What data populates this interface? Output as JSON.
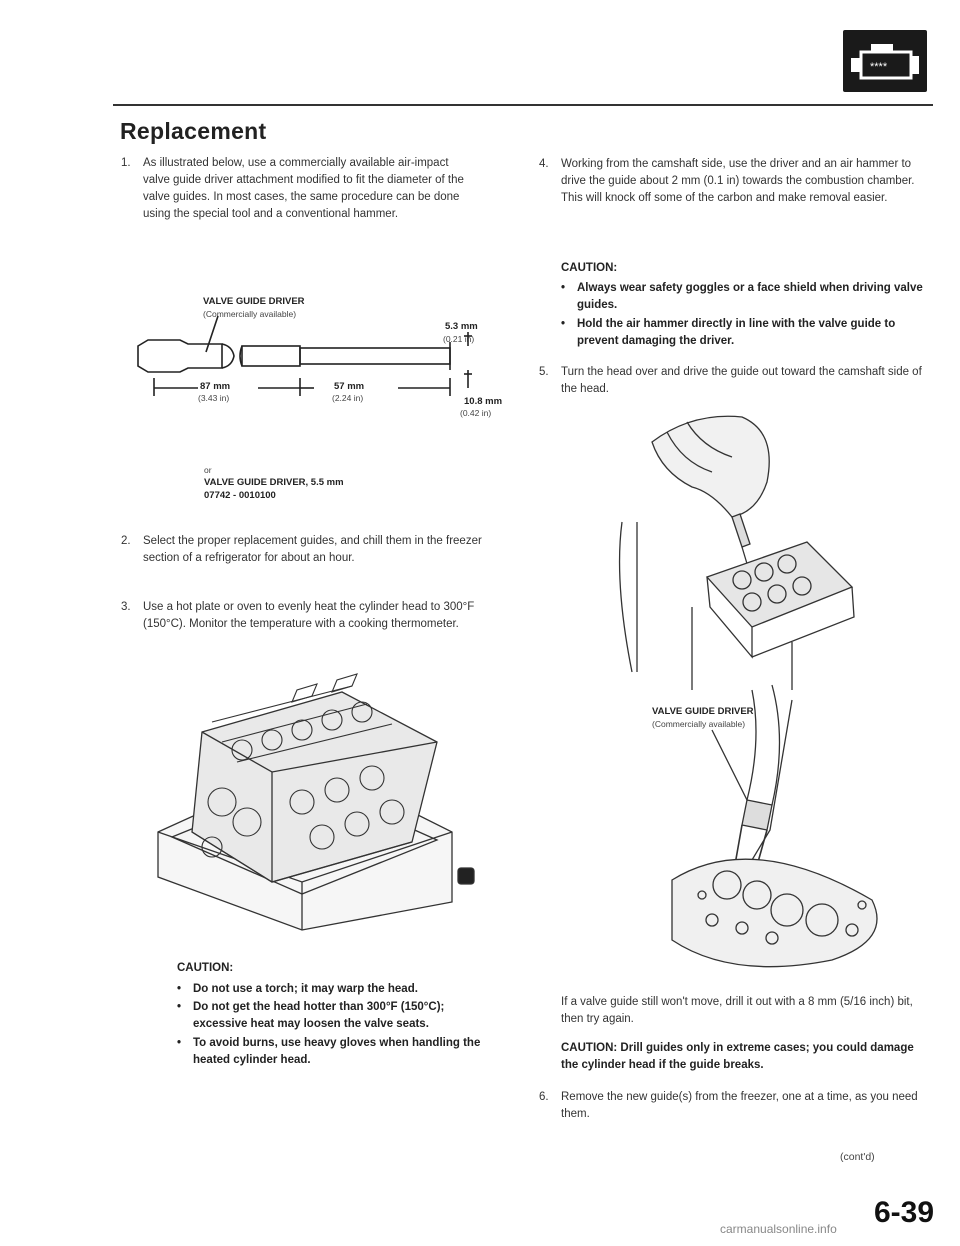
{
  "header": {
    "icon_name": "engine-icon",
    "title": "Replacement"
  },
  "left_column": {
    "step1": {
      "num": "1.",
      "text": "As illustrated below, use a commercially available air-impact valve guide driver attachment modified to fit the diameter of the valve guides. In most cases, the same procedure can be done using the special tool and a conventional hammer."
    },
    "figure1": {
      "tool_label": "VALVE GUIDE DRIVER",
      "tool_sub": "(Commercially available)",
      "dim_a": "5.3 mm",
      "dim_a2": "(0.21 in)",
      "dim_b": "87 mm",
      "dim_b2": "(3.43 in)",
      "dim_c": "57 mm",
      "dim_c2": "(2.24 in)",
      "dim_d": "10.8 mm",
      "dim_d2": "(0.42 in)",
      "or": "or",
      "alt_tool": "VALVE GUIDE DRIVER, 5.5 mm",
      "alt_part": "07742 - 0010100"
    },
    "step2": {
      "num": "2.",
      "text": "Select the proper replacement guides, and chill them in the freezer section of a refrigerator for about an hour."
    },
    "step3": {
      "num": "3.",
      "text": "Use a hot plate or oven to evenly heat the cylinder head to 300°F (150°C). Monitor the temperature with a cooking thermometer."
    },
    "caution": {
      "heading": "CAUTION:",
      "items": [
        "Do not use a torch; it may warp the head.",
        "Do not get the head hotter than 300°F (150°C); excessive heat may loosen the valve seats.",
        "To avoid burns, use heavy gloves when handling the heated cylinder head."
      ]
    }
  },
  "right_column": {
    "step4": {
      "num": "4.",
      "text": "Working from the camshaft side, use the driver and an air hammer to drive the guide about 2 mm (0.1 in) towards the combustion chamber. This will knock off some of the carbon and make removal easier."
    },
    "caution": {
      "heading": "CAUTION:",
      "items": [
        "Always wear safety goggles or a face shield when driving valve guides.",
        "Hold the air hammer directly in line with the valve guide to prevent damaging the driver."
      ]
    },
    "step5": {
      "num": "5.",
      "text": "Turn the head over and drive the guide out toward the camshaft side of the head."
    },
    "figure3": {
      "tool_label": "VALVE GUIDE DRIVER",
      "tool_sub": "(Commercially available)"
    },
    "note": "If a valve guide still won't move, drill it out with a 8 mm (5/16 inch) bit, then try again.",
    "caution2": "CAUTION: Drill guides only in extreme cases; you could damage the cylinder head if the guide breaks.",
    "step6": {
      "num": "6.",
      "text": "Remove the new guide(s) from the freezer, one at a time, as you need them."
    },
    "cont": "(cont'd)"
  },
  "footer": {
    "page_number": "6-39",
    "watermark": "carmanualsonline.info"
  }
}
